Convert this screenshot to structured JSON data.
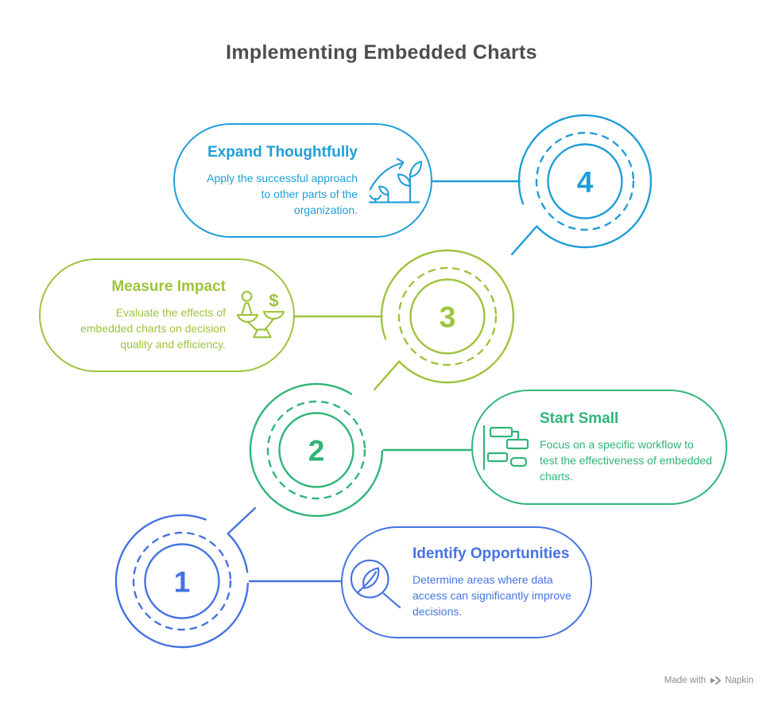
{
  "title": "Implementing Embedded Charts",
  "colors": {
    "heading": "#4d4d4d",
    "footer": "#8c8c8c",
    "step1": "#4673e3",
    "step2": "#30b577",
    "step3": "#9dc43c",
    "step4": "#1f9ed8"
  },
  "steps": [
    {
      "number": "1",
      "title": "Identify Opportunities",
      "description": "Determine areas where data access can significantly improve decisions.",
      "color": "#4673e3",
      "icon": "magnifier-leaf-icon"
    },
    {
      "number": "2",
      "title": "Start Small",
      "description": "Focus on a specific workflow to test the effectiveness of embedded charts.",
      "color": "#30b577",
      "icon": "gantt-chart-icon"
    },
    {
      "number": "3",
      "title": "Measure Impact",
      "description": "Evaluate the effects of embedded charts on decision quality and efficiency.",
      "color": "#9dc43c",
      "icon": "balance-scale-icon",
      "icon_glyph": "$"
    },
    {
      "number": "4",
      "title": "Expand Thoughtfully",
      "description": "Apply the successful approach to other parts of the organization.",
      "color": "#1f9ed8",
      "icon": "growth-plants-icon"
    }
  ],
  "footer": {
    "made_with": "Made with",
    "brand": "Napkin"
  }
}
